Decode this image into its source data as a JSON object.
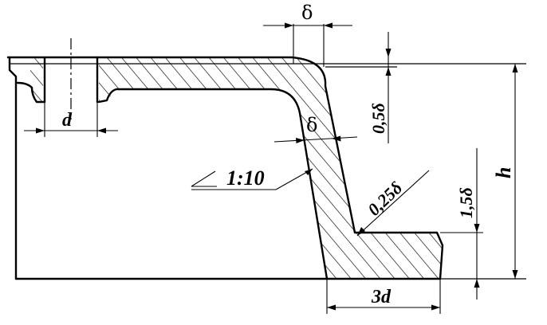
{
  "labels": {
    "delta_top": "δ",
    "delta_wall": "δ",
    "half_delta": "0,5δ",
    "d": "d",
    "slope": "1:10",
    "quarter_delta": "0,25δ",
    "one_and_half_delta": "1,5δ",
    "h": "h",
    "three_d": "3d"
  }
}
